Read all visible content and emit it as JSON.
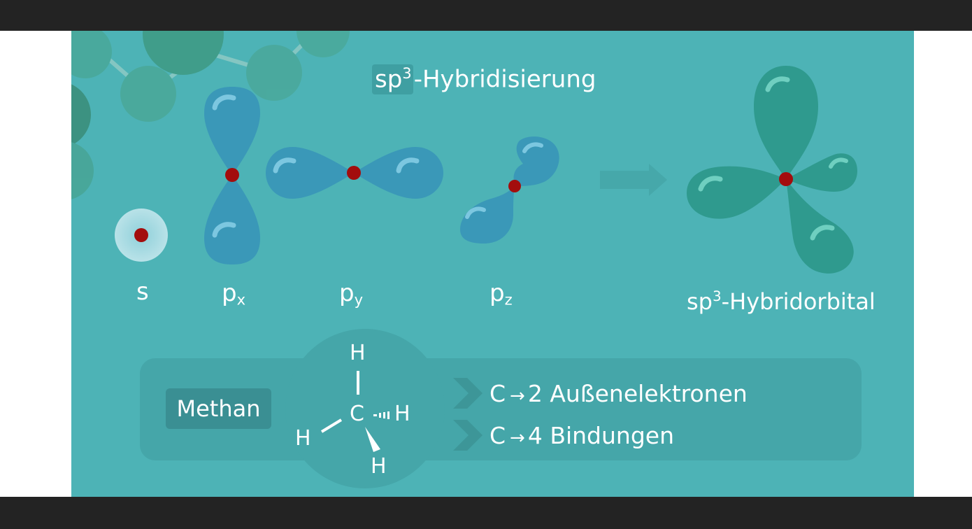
{
  "title": {
    "prefix": "sp",
    "sup": "3",
    "rest": "-Hybridisierung"
  },
  "orbitals": {
    "s": "s",
    "px": {
      "base": "p",
      "sub": "x"
    },
    "py": {
      "base": "p",
      "sub": "y"
    },
    "pz": {
      "base": "p",
      "sub": "z"
    }
  },
  "hybrid_label": {
    "prefix": "sp",
    "sup": "3",
    "rest": "-Hybridorbital"
  },
  "methane": {
    "name": "Methan",
    "atoms": {
      "center": "C",
      "top": "H",
      "right": "H",
      "left": "H",
      "bottom": "H"
    },
    "facts": [
      {
        "left": "C",
        "arrow": "→",
        "right": "2 Außenelektronen"
      },
      {
        "left": "C",
        "arrow": "→",
        "right": "4 Bindungen"
      }
    ]
  },
  "colors": {
    "background": "#4db3b6",
    "p_orbital": "#3a98b8",
    "hybrid_orbital": "#2f9a8e",
    "nucleus": "#a30d0d",
    "panel": "#45a6a9"
  }
}
